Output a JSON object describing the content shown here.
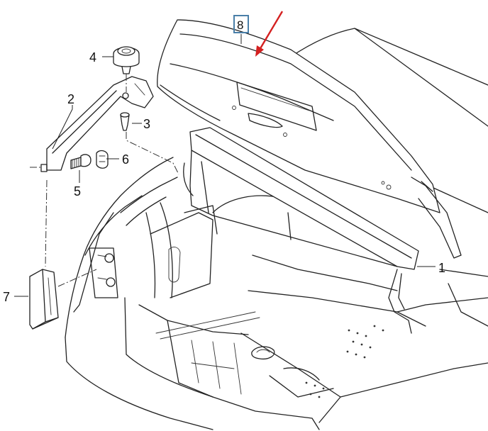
{
  "callouts": [
    {
      "id": "1",
      "label": "1"
    },
    {
      "id": "2",
      "label": "2"
    },
    {
      "id": "3",
      "label": "3"
    },
    {
      "id": "4",
      "label": "4"
    },
    {
      "id": "5",
      "label": "5"
    },
    {
      "id": "6",
      "label": "6"
    },
    {
      "id": "7",
      "label": "7"
    },
    {
      "id": "8",
      "label": "8"
    }
  ],
  "highlighted_callout": "8",
  "colors": {
    "line": "#222222",
    "highlight_box": "#4a7fa8",
    "pointer_arrow": "#d42020",
    "background": "#ffffff"
  }
}
